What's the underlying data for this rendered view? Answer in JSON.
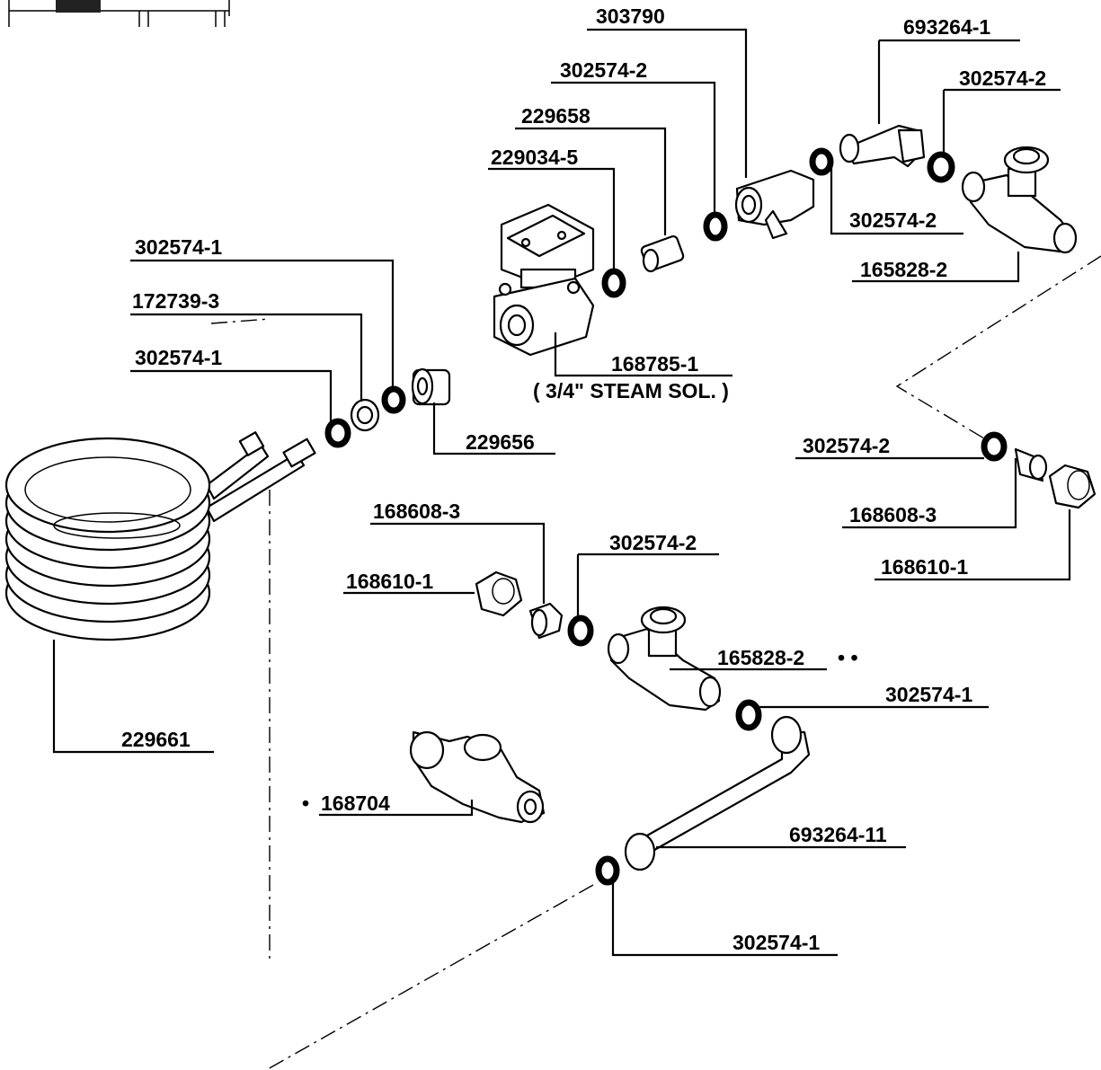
{
  "labels": {
    "p303790": "303790",
    "p693264_1": "693264-1",
    "p302574_2_a": "302574-2",
    "p302574_2_b": "302574-2",
    "p229658": "229658",
    "p229034_5": "229034-5",
    "p302574_2_c": "302574-2",
    "p165828_2_a": "165828-2",
    "p302574_1_a": "302574-1",
    "p172739_3": "172739-3",
    "p302574_1_b": "302574-1",
    "p168785_1": "168785-1",
    "steam_sol": "( 3/4\" STEAM SOL. )",
    "p229656": "229656",
    "p302574_2_d": "302574-2",
    "p168608_3_a": "168608-3",
    "p168610_1_a": "168610-1",
    "p168608_3_b": "168608-3",
    "p302574_2_e": "302574-2",
    "p168610_1_b": "168610-1",
    "p165828_2_b": "165828-2",
    "double_dot": "• •",
    "p302574_1_c": "302574-1",
    "p229661": "229661",
    "p168704": "168704",
    "single_dot": "•",
    "p693264_11": "693264-11",
    "p302574_1_d": "302574-1"
  }
}
